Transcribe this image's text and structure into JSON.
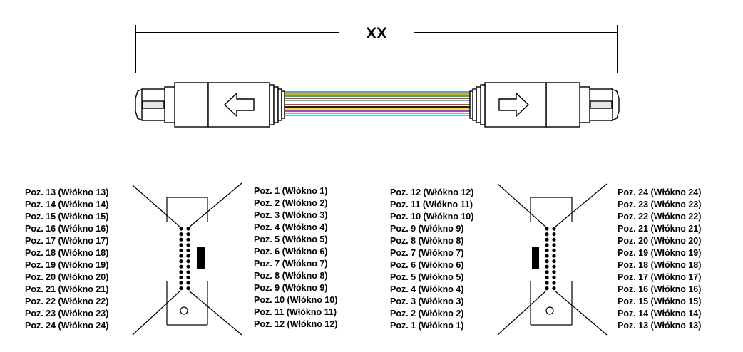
{
  "dimension_label": "XX",
  "fiber_colors": [
    "#5aa0d8",
    "#f0a020",
    "#40b040",
    "#8a5a2a",
    "#9a9a9a",
    "#ffffff",
    "#e03030",
    "#202020",
    "#f0e040",
    "#9050c0",
    "#f080b0",
    "#40d0d0"
  ],
  "left_connector": {
    "left_labels": [
      "Poz. 13 (Włókno 13)",
      "Poz. 14 (Włókno 14)",
      "Poz. 15 (Włókno 15)",
      "Poz. 16 (Włókno 16)",
      "Poz. 17 (Włókno 17)",
      "Poz. 18 (Włókno 18)",
      "Poz. 19 (Włókno 19)",
      "Poz. 20 (Włókno 20)",
      "Poz. 21 (Włókno 21)",
      "Poz. 22 (Włókno 22)",
      "Poz. 23 (Włókno 23)",
      "Poz. 24 (Włókno 24)"
    ],
    "right_labels": [
      "Poz. 1 (Włókno 1)",
      "Poz. 2 (Włókno 2)",
      "Poz. 3 (Włókno 3)",
      "Poz. 4 (Włókno 4)",
      "Poz. 5 (Włókno 5)",
      "Poz. 6 (Włókno 6)",
      "Poz. 7 (Włókno 7)",
      "Poz. 8 (Włókno 8)",
      "Poz. 9 (Włókno 9)",
      "Poz. 10 (Włókno 10)",
      "Poz. 11 (Włókno 11)",
      "Poz. 12 (Włókno 12)"
    ]
  },
  "right_connector": {
    "left_labels": [
      "Poz. 12 (Włókno 12)",
      "Poz. 11 (Włókno 11)",
      "Poz. 10 (Włókno 10)",
      "Poz. 9 (Włókno 9)",
      "Poz. 8 (Włókno 8)",
      "Poz. 7 (Włókno 7)",
      "Poz. 6 (Włókno 6)",
      "Poz. 5 (Włókno 5)",
      "Poz. 4 (Włókno 4)",
      "Poz. 3 (Włókno 3)",
      "Poz. 2 (Włókno 2)",
      "Poz. 1 (Włókno 1)"
    ],
    "right_labels": [
      "Poz. 24 (Włókno 24)",
      "Poz. 23 (Włókno 23)",
      "Poz. 22 (Włókno 22)",
      "Poz. 21 (Włókno 21)",
      "Poz. 20 (Włókno 20)",
      "Poz. 19 (Włókno 19)",
      "Poz. 18 (Włókno 18)",
      "Poz. 17 (Włókno 17)",
      "Poz. 16 (Włókno 16)",
      "Poz. 15 (Włókno 15)",
      "Poz. 14 (Włókno 14)",
      "Poz. 13 (Włókno 13)"
    ]
  }
}
